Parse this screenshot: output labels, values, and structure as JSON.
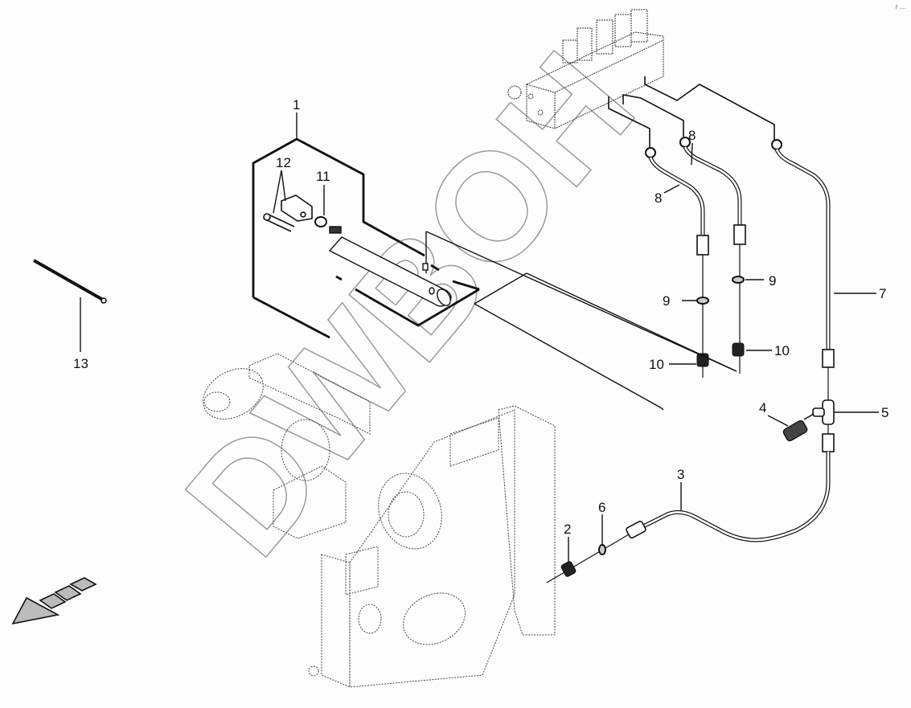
{
  "diagram": {
    "type": "exploded-parts-diagram",
    "subject": "Hydraulic valve block lines and cylinder assembly",
    "corner_mark": "r ...",
    "watermark": "DWBOH",
    "callouts": [
      {
        "id": "1",
        "label": "1",
        "part": "cylinder-assembly"
      },
      {
        "id": "2",
        "label": "2",
        "part": "adapter-fitting"
      },
      {
        "id": "3",
        "label": "3",
        "part": "pipe-line"
      },
      {
        "id": "4",
        "label": "4",
        "part": "test-coupling"
      },
      {
        "id": "5",
        "label": "5",
        "part": "tee-fitting"
      },
      {
        "id": "6",
        "label": "6",
        "part": "seal-ring"
      },
      {
        "id": "7",
        "label": "7",
        "part": "pipe-line"
      },
      {
        "id": "8a",
        "label": "8",
        "part": "pipe-line"
      },
      {
        "id": "8b",
        "label": "8",
        "part": "pipe-line"
      },
      {
        "id": "9a",
        "label": "9",
        "part": "seal-ring"
      },
      {
        "id": "9b",
        "label": "9",
        "part": "seal-ring"
      },
      {
        "id": "10a",
        "label": "10",
        "part": "adapter-fitting"
      },
      {
        "id": "10b",
        "label": "10",
        "part": "adapter-fitting"
      },
      {
        "id": "11",
        "label": "11",
        "part": "nut"
      },
      {
        "id": "12",
        "label": "12",
        "part": "clevis-and-pin"
      },
      {
        "id": "13",
        "label": "13",
        "part": "cable-tie"
      }
    ],
    "direction_arrow": "front-direction-arrow"
  }
}
